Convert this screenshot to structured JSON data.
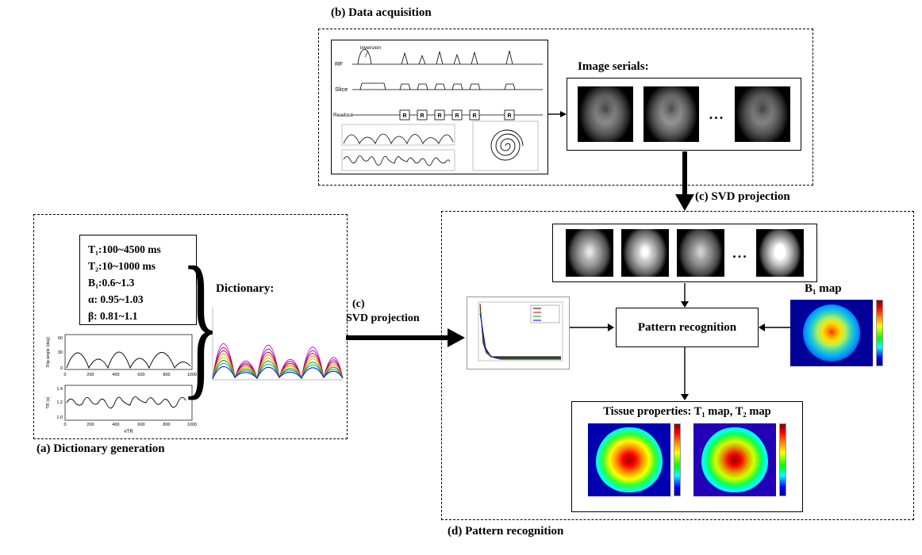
{
  "colors": {
    "ink": "#000000",
    "background": "#ffffff",
    "jet_low": "#000080",
    "jet_high": "#800000",
    "dict_series": [
      "#cc00cc",
      "#7a00cc",
      "#cc0000",
      "#ff7f00",
      "#d4b400",
      "#00a000",
      "#00a0a0",
      "#0000cc"
    ],
    "svd_plot_series": [
      "#000000",
      "#cc0000",
      "#00a000",
      "#0000cc"
    ]
  },
  "fig_b": {
    "label": "(b) Data acquisition",
    "pulse": {
      "rf": "RF",
      "slice": "Slice",
      "readout": "Readout",
      "inversion": "inversion",
      "r_marker": "R"
    }
  },
  "image_serials": {
    "title": "Image serials:",
    "ellipsis": "..."
  },
  "svd_down_label": "(c) SVD projection",
  "svd_right": {
    "line1": "(c)",
    "line2": "SVD projection"
  },
  "fig_d": {
    "label": "(d) Pattern recognition",
    "ellipsis": "...",
    "pattern_box": "Pattern recognition",
    "b1_label": "B₁ map",
    "tissue_title": "Tissue properties: T₁ map, T₂ map"
  },
  "fig_a": {
    "label": "(a) Dictionary generation",
    "params": [
      "T₁:100~4500 ms",
      "T₂:10~1000 ms",
      "B₁:0.6~1.3",
      "α: 0.95~1.03",
      "β: 0.81~1.1"
    ],
    "dictionary_label": "Dictionary:",
    "plot1_ylabel": "Flip angle (deg)",
    "plot2_ylabel": "TR (s)",
    "xlabel": "#TR",
    "xticks": [
      "0",
      "200",
      "400",
      "600",
      "800",
      "1000"
    ],
    "plot1_yticks": [
      "60",
      "30",
      "0"
    ],
    "plot2_yticks": [
      "1.4",
      "1.2",
      "1.0"
    ]
  }
}
